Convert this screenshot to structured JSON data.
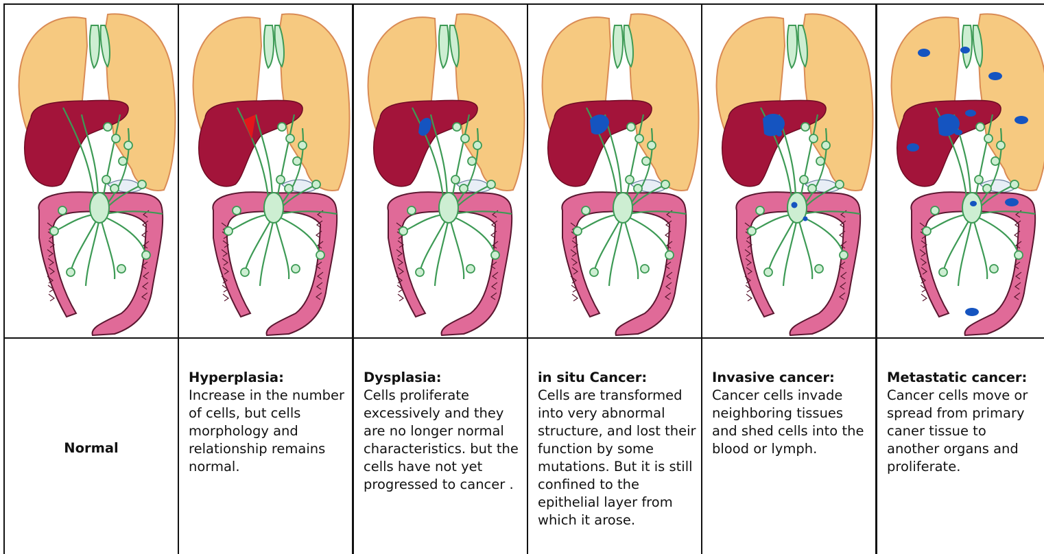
{
  "stages": [
    {
      "id": "normal",
      "title": "Normal",
      "body": "",
      "tumor": "none"
    },
    {
      "id": "hyperplasia",
      "title": "Hyperplasia:",
      "body": "Increase in the number of cells, but cells morphology and relationship remains normal.",
      "tumor": "red-liver-wedge"
    },
    {
      "id": "dysplasia",
      "title": "Dysplasia:",
      "body": "Cells proliferate excessively and they are no longer normal characteristics. but the cells have not yet progressed to cancer .",
      "tumor": "small-blue-liver-spot"
    },
    {
      "id": "in-situ",
      "title": "in situ Cancer:",
      "body": "Cells are transformed into very abnormal structure, and lost their function by some mutations. But it is still confined to the epithelial layer from which it arose.",
      "tumor": "blue-liver-mass"
    },
    {
      "id": "invasive",
      "title": "Invasive cancer:",
      "body": "Cancer cells invade neighboring tissues and shed cells into the blood or lymph.",
      "tumor": "blue-liver-mass-plus-lymph-cells"
    },
    {
      "id": "metastatic",
      "title": "Metastatic cancer:",
      "body": "Cancer cells move or spread from primary caner tissue to another organs and proliferate.",
      "tumor": "blue-spots-in-all-organs"
    }
  ],
  "colors": {
    "lung": "#f6c980",
    "lung_edge": "#d98b55",
    "liver": "#a3143a",
    "colon": "#e06a98",
    "colon_edge": "#5a1730",
    "lymph": "#cdeed2",
    "lymph_edge": "#3d9a55",
    "tumor_blue": "#1554c0",
    "tumor_red": "#e3161b"
  }
}
